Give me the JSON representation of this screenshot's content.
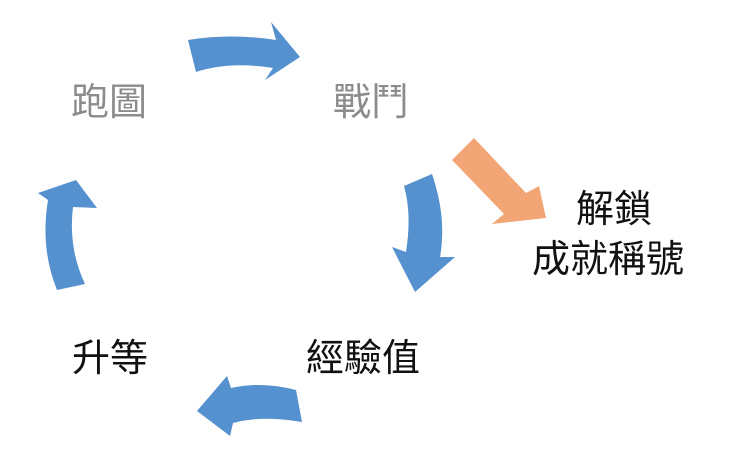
{
  "nodes": {
    "paotu": "跑圖",
    "zhandou": "戰鬥",
    "jiesuo": "解鎖",
    "chenghao": "成就稱號",
    "jingyan": "經驗值",
    "shengdeng": "升等"
  },
  "colors": {
    "cycle_arrow": "#5590cf",
    "branch_arrow": "#f2a675",
    "muted_text": "#8c8c8c",
    "dark_text": "#111111"
  }
}
